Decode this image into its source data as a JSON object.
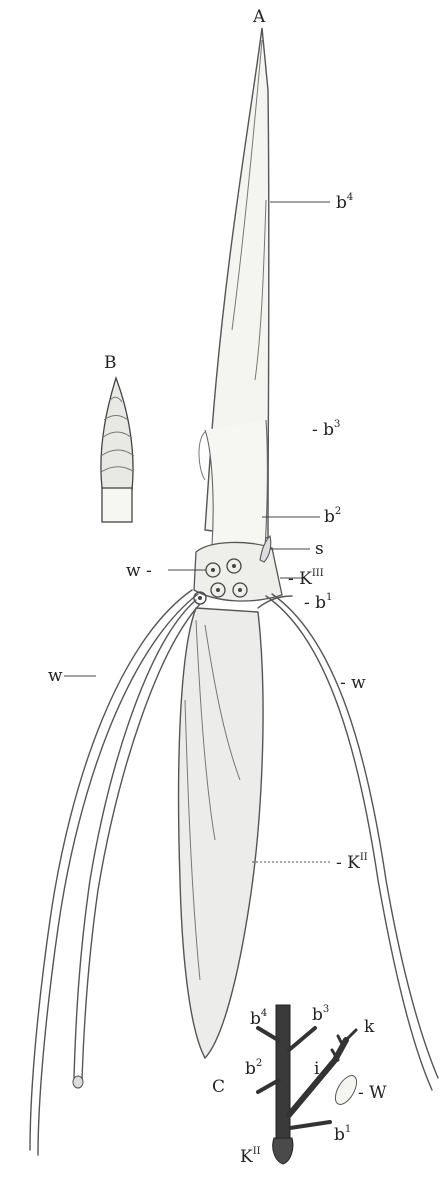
{
  "panels": {
    "a": "A",
    "b": "B",
    "c": "C"
  },
  "labels": {
    "b4": {
      "base": "b",
      "sup": "4"
    },
    "b3": {
      "base": "- b",
      "sup": "3"
    },
    "b2": {
      "base": "b",
      "sup": "2"
    },
    "s": "s",
    "w_left": "w -",
    "k3": {
      "base": "- K",
      "sup": "III"
    },
    "b1": {
      "base": "- b",
      "sup": "1"
    },
    "w_mid": "w",
    "w_right": "- w",
    "k2": {
      "base": "- K",
      "sup": "II"
    }
  },
  "inset_c_labels": {
    "b4": {
      "base": "b",
      "sup": "4"
    },
    "b3": {
      "base": "b",
      "sup": "3"
    },
    "k": "k",
    "b2": {
      "base": "b",
      "sup": "2"
    },
    "i": "i",
    "w": "- W",
    "b1": {
      "base": "b",
      "sup": "1"
    },
    "k2": {
      "base": "K",
      "sup": "II"
    }
  }
}
